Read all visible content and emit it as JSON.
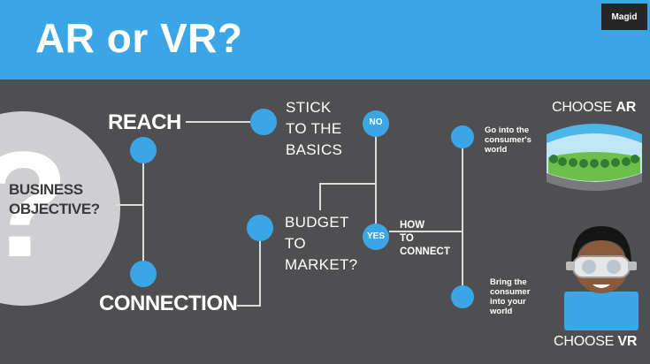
{
  "header": {
    "title": "AR or VR?",
    "logo": "Magid"
  },
  "diagram": {
    "center": {
      "line1": "BUSINESS",
      "line2": "OBJECTIVE?"
    },
    "reach": "REACH",
    "connection": "CONNECTION",
    "stick": {
      "line1": "STICK",
      "line2": "TO THE",
      "line3": "BASICS"
    },
    "budget": {
      "line1": "BUDGET",
      "line2": "TO",
      "line3": "MARKET?"
    },
    "no_badge": "NO",
    "yes_badge": "YES",
    "how": {
      "line1": "HOW",
      "line2": "TO",
      "line3": "CONNECT"
    },
    "go_into": {
      "line1": "Go into the",
      "line2": "consumer's",
      "line3": "world"
    },
    "bring": {
      "line1": "Bring the",
      "line2": "consumer",
      "line3": "into your",
      "line4": "world"
    },
    "choose_ar": {
      "prefix": "CHOOSE ",
      "suffix": "AR"
    },
    "choose_vr": {
      "prefix": "CHOOSE ",
      "suffix": "VR"
    }
  },
  "colors": {
    "header_blue": "#3aa6e6",
    "background": "#4f4f51",
    "node_blue": "#3aa6e6",
    "connector": "#dcdcdc",
    "big_circle": "#cfcfd1"
  },
  "icons": [
    "question-mark-icon",
    "ar-panorama-icon",
    "vr-headset-person-icon"
  ]
}
